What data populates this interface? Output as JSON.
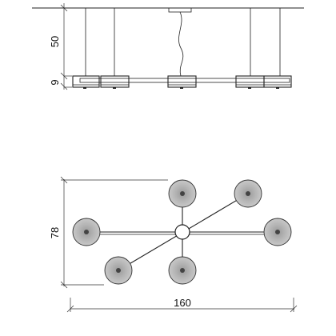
{
  "elevation_view": {
    "dimension_height_label": "50",
    "dimension_body_label": "9"
  },
  "plan_view": {
    "dimension_depth_label": "78",
    "dimension_width_label": "160"
  }
}
